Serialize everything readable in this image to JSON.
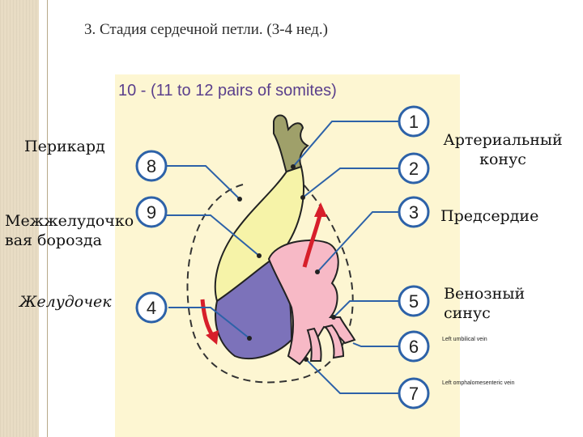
{
  "slide_title": "3. Стадия сердечной петли. (3-4 нед.)",
  "image_header": "10 - (11  to 12 pairs of somites)",
  "markers": [
    "1",
    "2",
    "3",
    "4",
    "5",
    "6",
    "7",
    "8",
    "9"
  ],
  "labels": {
    "pericard": "Перикард",
    "interventricular_1": "Межжелудочко",
    "interventricular_2": "вая борозда",
    "ventricle": "Желудочек",
    "arterial_1": "Артериальный",
    "arterial_2": "конус",
    "atrium": "Предсердие",
    "venous_1": "Венозный",
    "venous_2": "синус",
    "umbilical": "Left umbilical vein",
    "omphalomesenteric": "Left omphalomesenteric vein"
  },
  "colors": {
    "panel_bg": "#fdf6d2",
    "marker_blue": "#2d62a8",
    "header_purple": "#5a3f8c",
    "truncus": "#9fa06a",
    "bulbus": "#f6f3a8",
    "ventricle": "#7c72ba",
    "atrium": "#f7b9c6",
    "arrow_red": "#d71f2a"
  }
}
